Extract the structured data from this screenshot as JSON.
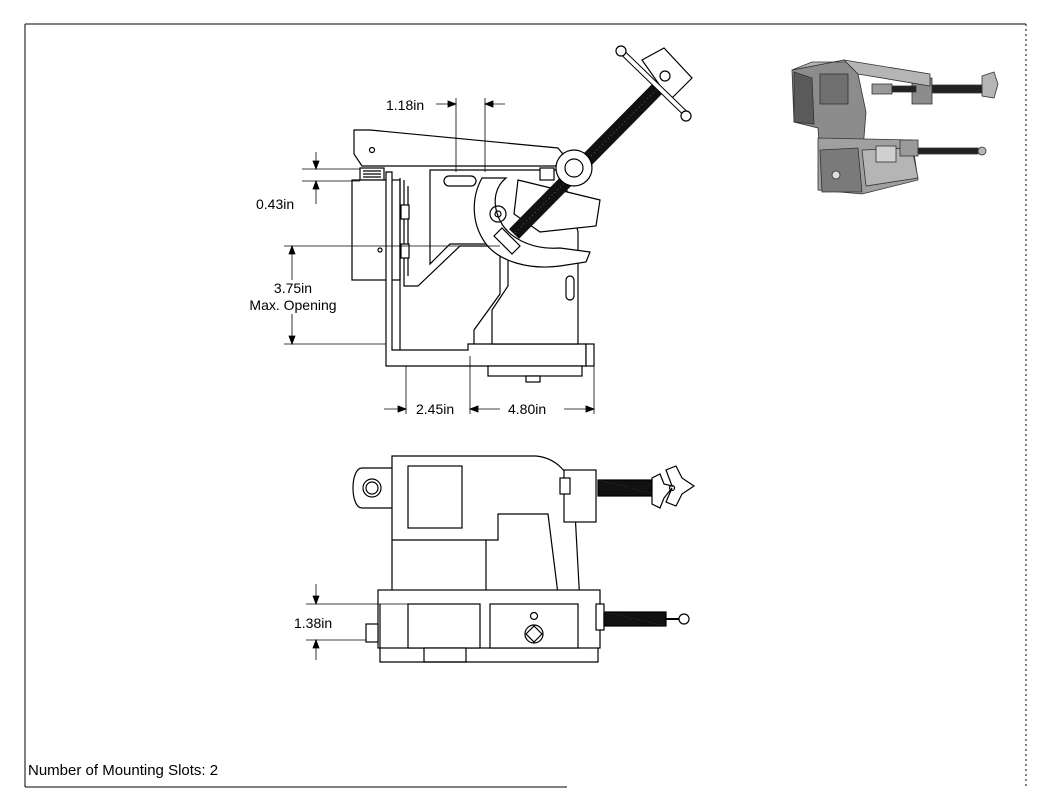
{
  "drawing": {
    "dimensions": {
      "jaw_offset": "1.18in",
      "lever_thickness": "0.43in",
      "max_opening": "3.75in",
      "max_opening_note": "Max. Opening",
      "base_left_depth": "2.45in",
      "base_right_depth": "4.80in",
      "front_height": "1.38in"
    },
    "footer": {
      "mounting_slots": "Number of Mounting Slots: 2"
    }
  },
  "colors": {
    "line": "#000000",
    "screw": "#111111",
    "iso_fill": "#8c8c8c",
    "iso_dark": "#5a5a5a",
    "iso_light": "#b5b5b5"
  }
}
